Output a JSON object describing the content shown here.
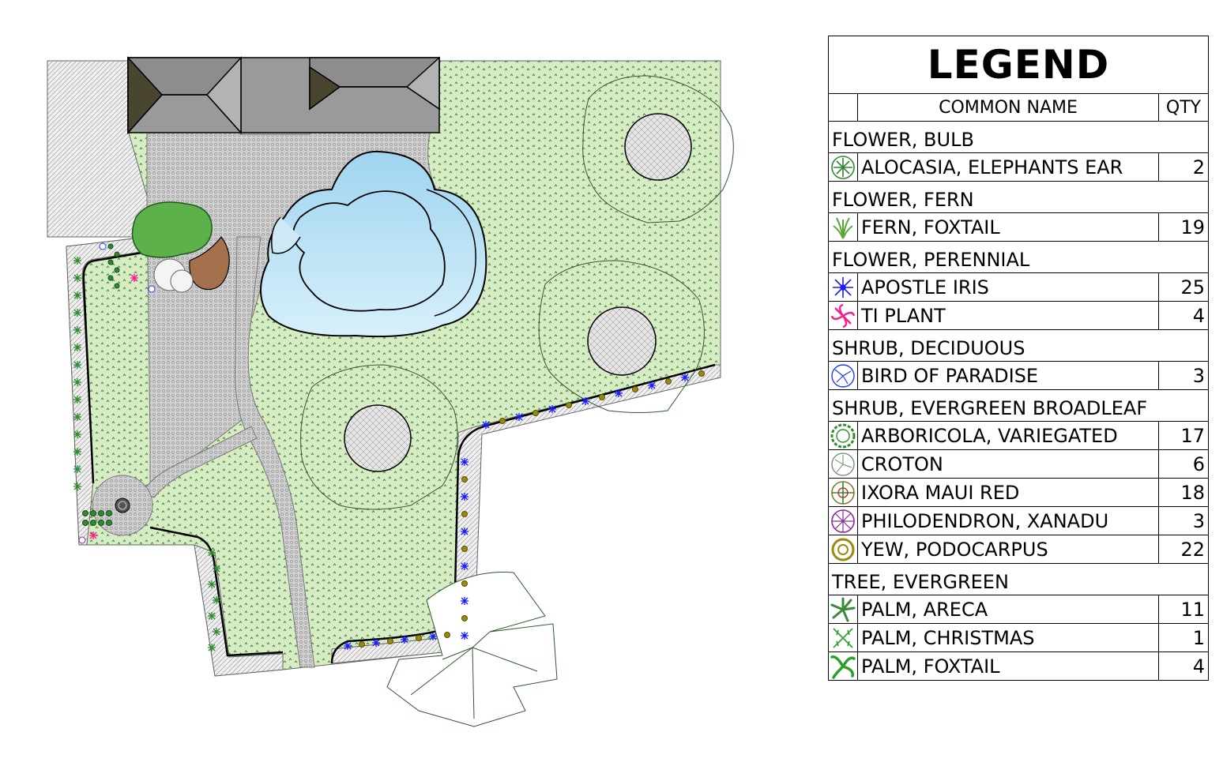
{
  "legend": {
    "title": "LEGEND",
    "col_name": "COMMON NAME",
    "col_qty": "QTY",
    "categories": [
      {
        "name": "FLOWER, BULB",
        "items": [
          {
            "name": "ALOCASIA, ELEPHANTS EAR",
            "qty": "2",
            "icon": "alocasia-icon",
            "color": "#2e8b2e"
          }
        ]
      },
      {
        "name": "FLOWER, FERN",
        "items": [
          {
            "name": "FERN, FOXTAIL",
            "qty": "19",
            "icon": "fern-icon",
            "color": "#5aa532"
          }
        ]
      },
      {
        "name": "FLOWER, PERENNIAL",
        "items": [
          {
            "name": "APOSTLE IRIS",
            "qty": "25",
            "icon": "iris-icon",
            "color": "#1a1aff"
          },
          {
            "name": "TI PLANT",
            "qty": "4",
            "icon": "ti-plant-icon",
            "color": "#ff1a8c"
          }
        ]
      },
      {
        "name": "SHRUB, DECIDUOUS",
        "items": [
          {
            "name": "BIRD OF PARADISE",
            "qty": "3",
            "icon": "bird-of-paradise-icon",
            "color": "#1a3cff"
          }
        ]
      },
      {
        "name": "SHRUB, EVERGREEN BROADLEAF",
        "items": [
          {
            "name": "ARBORICOLA, VARIEGATED",
            "qty": "17",
            "icon": "arboricola-icon",
            "color": "#2e8b2e"
          },
          {
            "name": "CROTON",
            "qty": "6",
            "icon": "croton-icon",
            "color": "#6a8a6a"
          },
          {
            "name": "IXORA MAUI RED",
            "qty": "18",
            "icon": "ixora-icon",
            "color": "#8a7a2a"
          },
          {
            "name": "PHILODENDRON, XANADU",
            "qty": "3",
            "icon": "philodendron-icon",
            "color": "#8a2a9a"
          },
          {
            "name": "YEW, PODOCARPUS",
            "qty": "22",
            "icon": "podocarpus-icon",
            "color": "#9a8a10"
          }
        ]
      },
      {
        "name": "TREE, EVERGREEN",
        "items": [
          {
            "name": "PALM, ARECA",
            "qty": "11",
            "icon": "areca-palm-icon",
            "color": "#3a8a3a"
          },
          {
            "name": "PALM, CHRISTMAS",
            "qty": "1",
            "icon": "christmas-palm-icon",
            "color": "#3aa03a"
          },
          {
            "name": "PALM, FOXTAIL",
            "qty": "4",
            "icon": "foxtail-palm-icon",
            "color": "#2aa02a"
          }
        ]
      }
    ]
  },
  "colors": {
    "lawn": "#d7ecc4",
    "lawn_mark": "#2f8a2f",
    "pool": "#b7def2",
    "paver": "#c9c9c9",
    "roof": "#9a9a9a",
    "roof_dark": "#4a4530",
    "border_bed": "#e8e8e8",
    "mulch": "#a4714c",
    "pond": "#5cb14a"
  }
}
